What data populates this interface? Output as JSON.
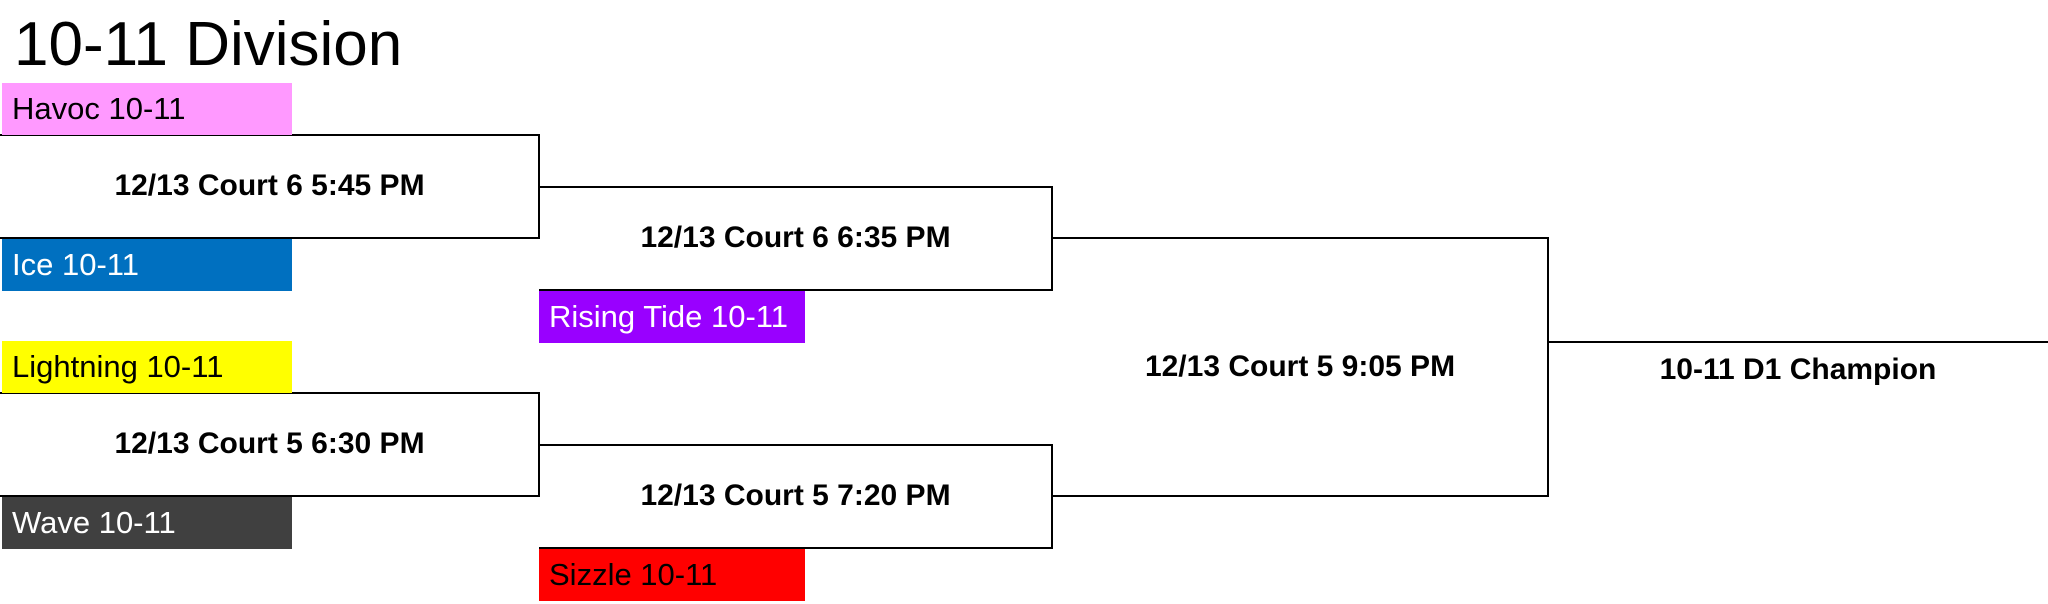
{
  "title": "10-11 Division",
  "teams": [
    {
      "name": "Havoc 10-11",
      "color": "#FF99FF",
      "text_color": "#000000"
    },
    {
      "name": "Ice 10-11",
      "color": "#0070C0",
      "text_color": "#FFFFFF"
    },
    {
      "name": "Lightning 10-11",
      "color": "#FFFF00",
      "text_color": "#000000"
    },
    {
      "name": "Wave 10-11",
      "color": "#404040",
      "text_color": "#FFFFFF"
    },
    {
      "name": "Rising Tide 10-11",
      "color": "#9900FF",
      "text_color": "#FFFFFF"
    },
    {
      "name": "Sizzle 10-11",
      "color": "#FF0000",
      "text_color": "#000000"
    }
  ],
  "games": {
    "round1_top": "12/13 Court 6 5:45 PM",
    "round1_bottom": "12/13 Court 5 6:30 PM",
    "round2_top": "12/13 Court 6 6:35 PM",
    "round2_bottom": "12/13 Court 5 7:20 PM",
    "final": "12/13 Court 5 9:05 PM"
  },
  "champion": "10-11 D1 Champion"
}
